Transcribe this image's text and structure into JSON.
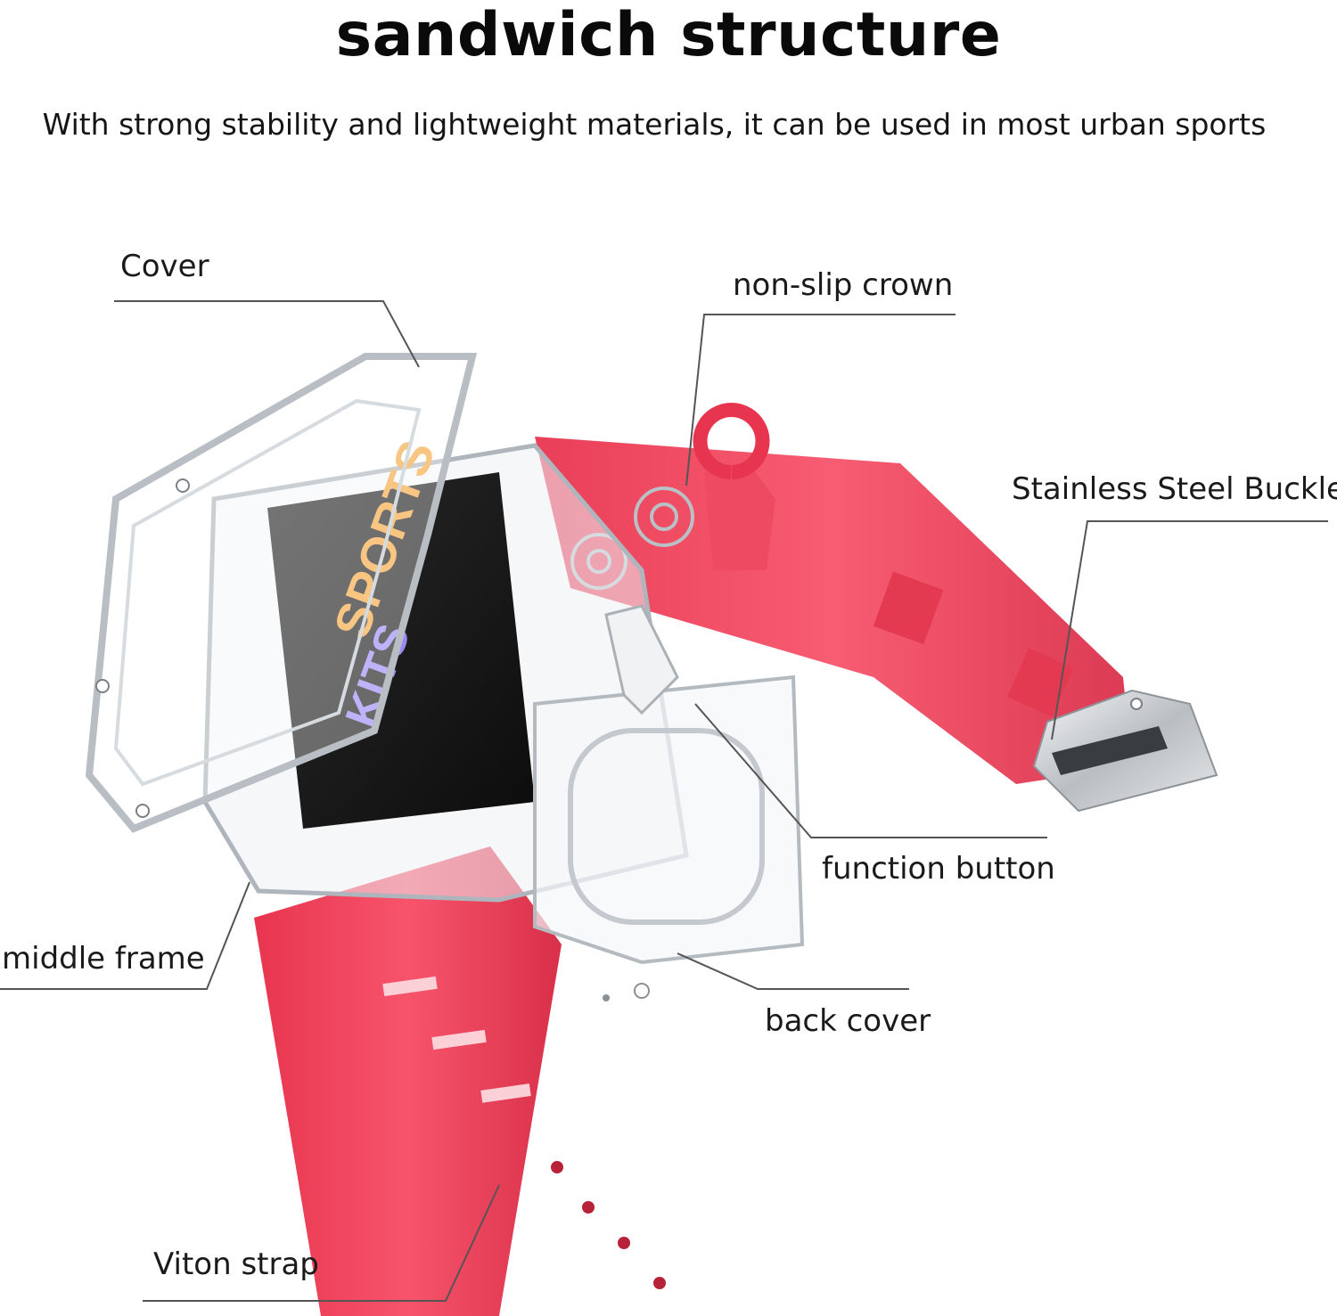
{
  "header": {
    "title": "sandwich structure",
    "subtitle": "With strong stability and lightweight materials, it can be used in most urban sports"
  },
  "watch": {
    "screen_text_1": "SPORTS",
    "screen_text_2": "KITS"
  },
  "callouts": {
    "cover": "Cover",
    "crown": "non-slip crown",
    "buckle": "Stainless Steel Buckle",
    "function_button": "function button",
    "middle_frame": "middle frame",
    "back_cover": "back cover",
    "strap": "Viton strap"
  },
  "colors": {
    "strap": "#f0405a",
    "strap_shade": "#c92c45",
    "frame": "#d8dde2",
    "screen": "#141414",
    "steel": "#c9cdd1"
  }
}
